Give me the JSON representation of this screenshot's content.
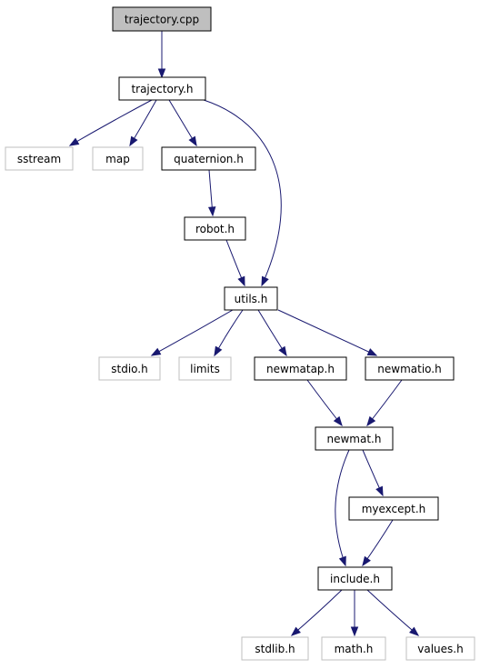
{
  "colors": {
    "edge": "#191970",
    "root_fill": "#bfbfbf",
    "node_border": "#000000",
    "external_border": "#bfbfbf",
    "background": "#ffffff"
  },
  "nodes": [
    {
      "id": "trajectory_cpp",
      "label": "trajectory.cpp",
      "kind": "root"
    },
    {
      "id": "trajectory_h",
      "label": "trajectory.h",
      "kind": "header"
    },
    {
      "id": "sstream",
      "label": "sstream",
      "kind": "external"
    },
    {
      "id": "map",
      "label": "map",
      "kind": "external"
    },
    {
      "id": "quaternion_h",
      "label": "quaternion.h",
      "kind": "header"
    },
    {
      "id": "robot_h",
      "label": "robot.h",
      "kind": "header"
    },
    {
      "id": "utils_h",
      "label": "utils.h",
      "kind": "header"
    },
    {
      "id": "stdio_h",
      "label": "stdio.h",
      "kind": "external"
    },
    {
      "id": "limits",
      "label": "limits",
      "kind": "external"
    },
    {
      "id": "newmatap_h",
      "label": "newmatap.h",
      "kind": "header"
    },
    {
      "id": "newmatio_h",
      "label": "newmatio.h",
      "kind": "header"
    },
    {
      "id": "newmat_h",
      "label": "newmat.h",
      "kind": "header"
    },
    {
      "id": "myexcept_h",
      "label": "myexcept.h",
      "kind": "header"
    },
    {
      "id": "include_h",
      "label": "include.h",
      "kind": "header"
    },
    {
      "id": "stdlib_h",
      "label": "stdlib.h",
      "kind": "external"
    },
    {
      "id": "math_h",
      "label": "math.h",
      "kind": "external"
    },
    {
      "id": "values_h",
      "label": "values.h",
      "kind": "external"
    }
  ],
  "edges": [
    {
      "from": "trajectory_cpp",
      "to": "trajectory_h"
    },
    {
      "from": "trajectory_h",
      "to": "sstream"
    },
    {
      "from": "trajectory_h",
      "to": "map"
    },
    {
      "from": "trajectory_h",
      "to": "quaternion_h"
    },
    {
      "from": "trajectory_h",
      "to": "utils_h"
    },
    {
      "from": "quaternion_h",
      "to": "robot_h"
    },
    {
      "from": "robot_h",
      "to": "utils_h"
    },
    {
      "from": "utils_h",
      "to": "stdio_h"
    },
    {
      "from": "utils_h",
      "to": "limits"
    },
    {
      "from": "utils_h",
      "to": "newmatap_h"
    },
    {
      "from": "utils_h",
      "to": "newmatio_h"
    },
    {
      "from": "newmatap_h",
      "to": "newmat_h"
    },
    {
      "from": "newmatio_h",
      "to": "newmat_h"
    },
    {
      "from": "newmat_h",
      "to": "myexcept_h"
    },
    {
      "from": "newmat_h",
      "to": "include_h"
    },
    {
      "from": "myexcept_h",
      "to": "include_h"
    },
    {
      "from": "include_h",
      "to": "stdlib_h"
    },
    {
      "from": "include_h",
      "to": "math_h"
    },
    {
      "from": "include_h",
      "to": "values_h"
    }
  ]
}
